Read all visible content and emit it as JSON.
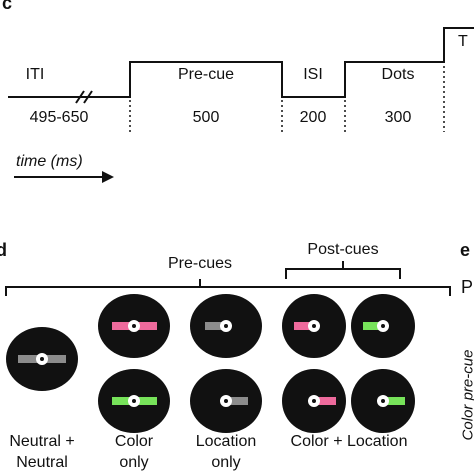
{
  "panel_c": {
    "label": "c",
    "phases": [
      {
        "name": "ITI",
        "duration": "495-650"
      },
      {
        "name": "Pre-cue",
        "duration": "500"
      },
      {
        "name": "ISI",
        "duration": "200"
      },
      {
        "name": "Dots",
        "duration": "300"
      }
    ],
    "truncated_label": "T",
    "time_axis_label": "time (ms)"
  },
  "panel_d": {
    "label": "d",
    "precues_label": "Pre-cues",
    "postcues_label": "Post-cues",
    "conditions": [
      {
        "line1": "Neutral +",
        "line2": "Neutral"
      },
      {
        "line1": "Color",
        "line2": "only"
      },
      {
        "line1": "Location",
        "line2": "only"
      },
      {
        "line1": "Color + Location",
        "line2": ""
      }
    ]
  },
  "panel_e": {
    "label": "e",
    "truncated_text": "P",
    "rotated_label": "Color pre-cue"
  },
  "colors": {
    "stimulus_background": "#111111",
    "neutral_bar": "#8c8c8c",
    "pink": "#ee6a9c",
    "green": "#77e35a"
  }
}
